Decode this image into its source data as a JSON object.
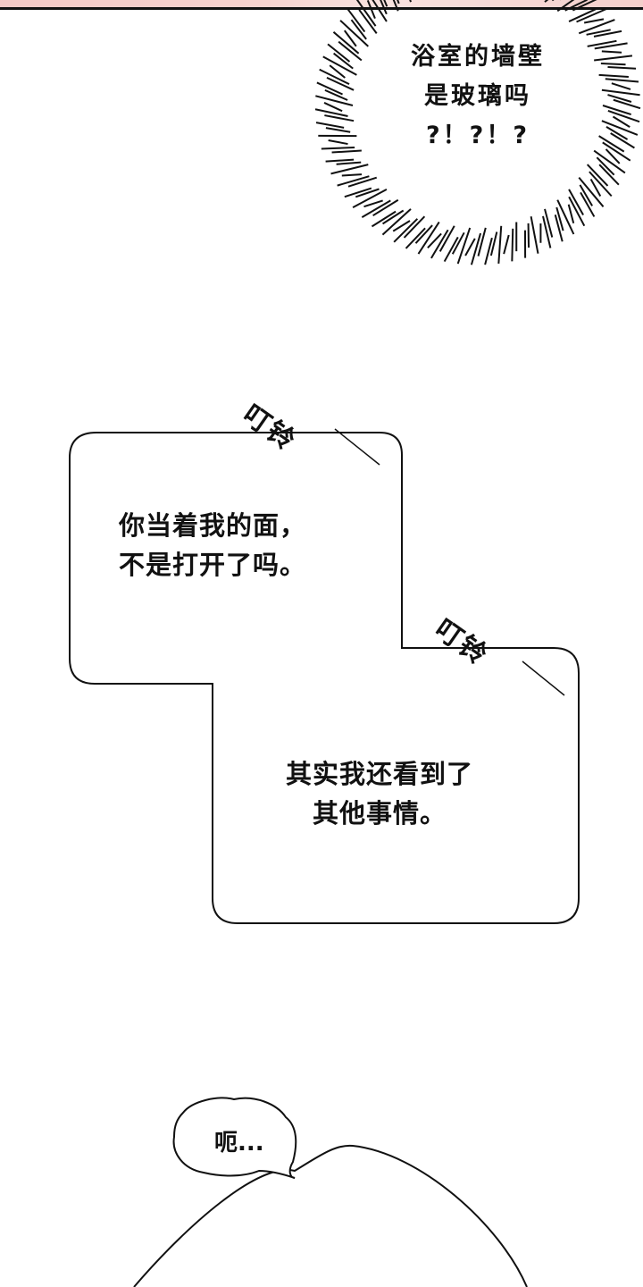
{
  "burst_bubble": {
    "lines": [
      "浴室的墙壁",
      "是玻璃吗",
      "?！?！?"
    ]
  },
  "sound_effects": [
    "叮铃",
    "叮铃"
  ],
  "speech_box_1": {
    "lines": [
      "你当着我的面，",
      "不是打开了吗。"
    ]
  },
  "speech_box_2": {
    "lines": [
      "其实我还看到了",
      "其他事情。"
    ]
  },
  "small_bubble": {
    "text": "呃..."
  }
}
